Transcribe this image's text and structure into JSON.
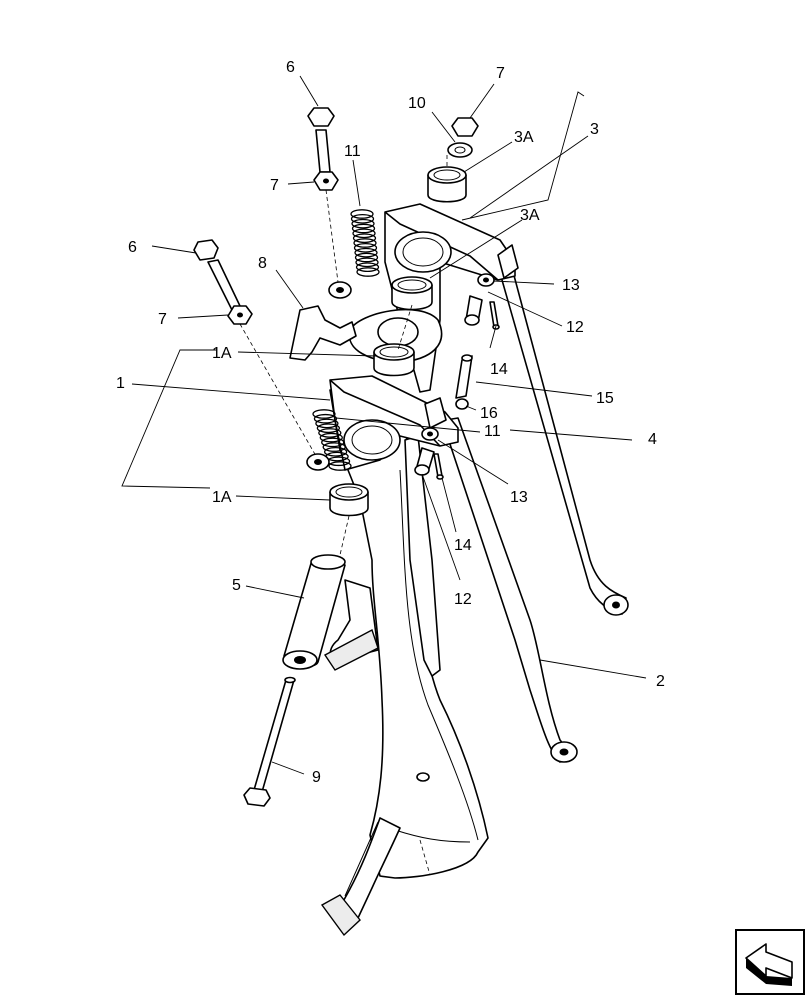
{
  "callouts": [
    {
      "id": "c6a",
      "text": "6"
    },
    {
      "id": "c7a",
      "text": "7"
    },
    {
      "id": "c10",
      "text": "10"
    },
    {
      "id": "c7b",
      "text": "7"
    },
    {
      "id": "c3Aa",
      "text": "3A"
    },
    {
      "id": "c3",
      "text": "3"
    },
    {
      "id": "c11a",
      "text": "11"
    },
    {
      "id": "c3Ab",
      "text": "3A"
    },
    {
      "id": "c6b",
      "text": "6"
    },
    {
      "id": "c8",
      "text": "8"
    },
    {
      "id": "c13a",
      "text": "13"
    },
    {
      "id": "c7c",
      "text": "7"
    },
    {
      "id": "c12a",
      "text": "12"
    },
    {
      "id": "c1Aa",
      "text": "1A"
    },
    {
      "id": "c14a",
      "text": "14"
    },
    {
      "id": "c1",
      "text": "1"
    },
    {
      "id": "c15",
      "text": "15"
    },
    {
      "id": "c16",
      "text": "16"
    },
    {
      "id": "c11b",
      "text": "11"
    },
    {
      "id": "c4",
      "text": "4"
    },
    {
      "id": "c13b",
      "text": "13"
    },
    {
      "id": "c1Ab",
      "text": "1A"
    },
    {
      "id": "c14b",
      "text": "14"
    },
    {
      "id": "c5",
      "text": "5"
    },
    {
      "id": "c12b",
      "text": "12"
    },
    {
      "id": "c2",
      "text": "2"
    },
    {
      "id": "c9",
      "text": "9"
    }
  ],
  "icons": {
    "nav": "previous-page-arrow-icon"
  }
}
